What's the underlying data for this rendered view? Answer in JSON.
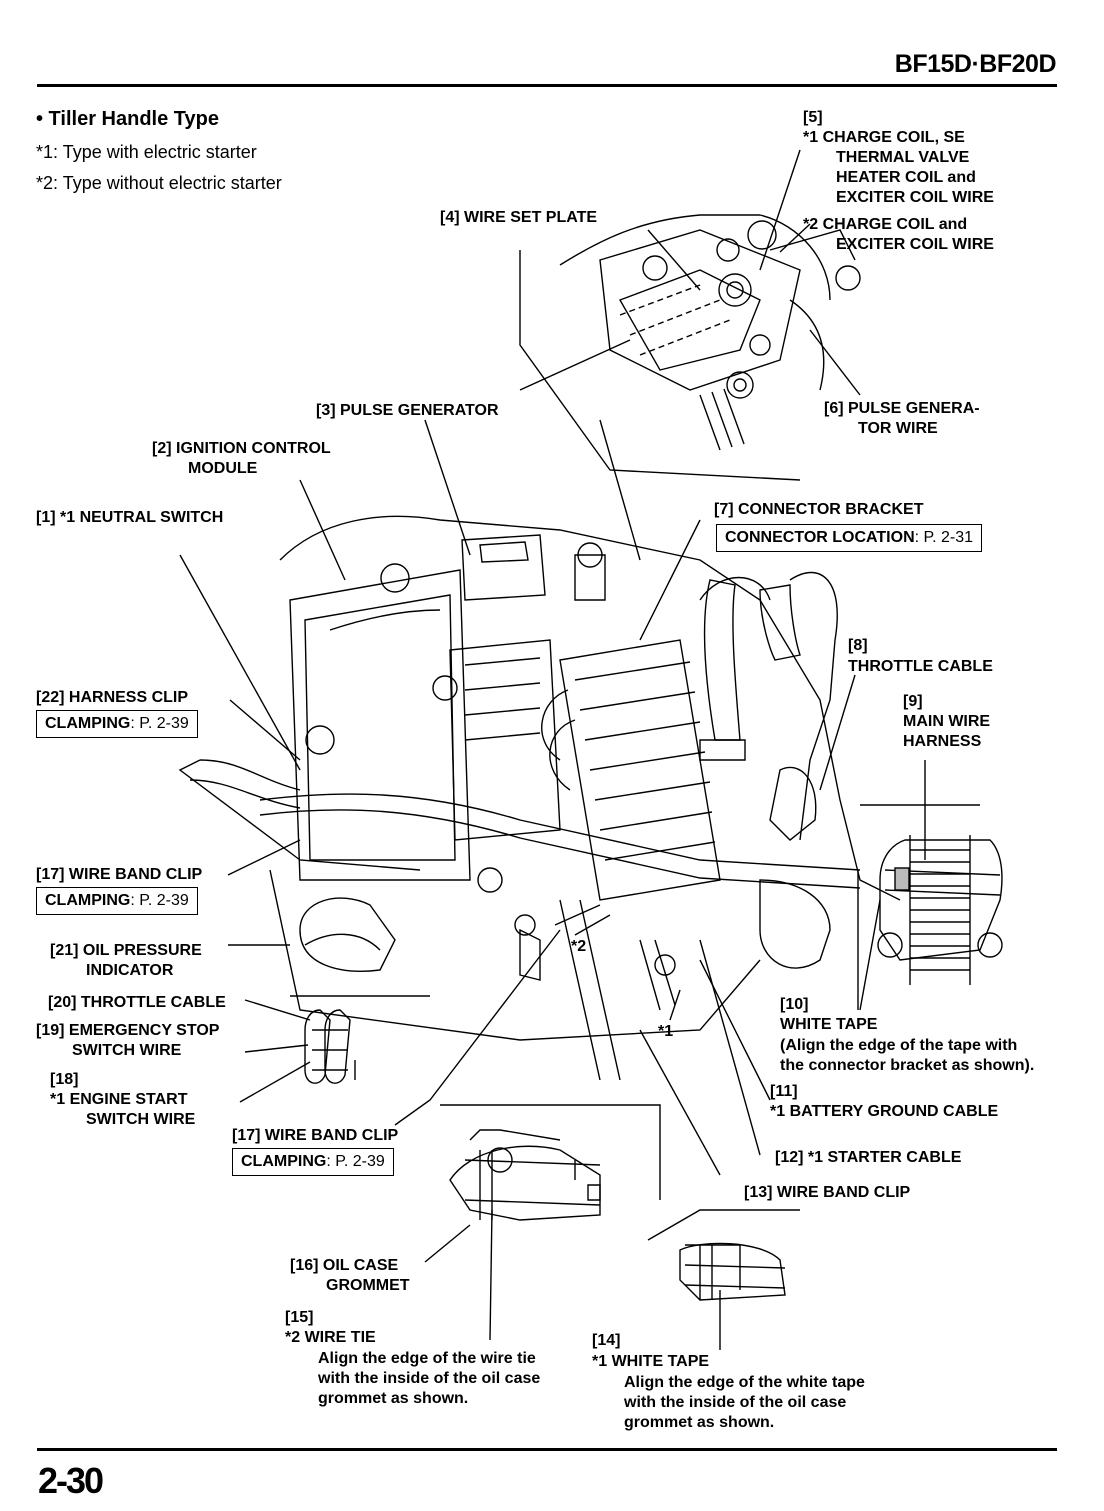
{
  "header": {
    "model": "BF15D·BF20D"
  },
  "page_number": "2-30",
  "section": {
    "title": "• Tiller Handle Type",
    "notes": [
      "*1: Type with electric starter",
      "*2: Type without electric starter"
    ]
  },
  "labels": {
    "l1": "[1]  *1 NEUTRAL SWITCH",
    "l2a": "[2]  IGNITION CONTROL",
    "l2b": "MODULE",
    "l3": "[3]  PULSE GENERATOR",
    "l4": "[4]  WIRE SET PLATE",
    "l5": "[5]",
    "l5_1a": "*1   CHARGE COIL, SE",
    "l5_1b": "THERMAL VALVE",
    "l5_1c": "HEATER COIL and",
    "l5_1d": "EXCITER COIL WIRE",
    "l5_2a": "*2   CHARGE COIL and",
    "l5_2b": "EXCITER COIL WIRE",
    "l6a": "[6]  PULSE GENERA-",
    "l6b": "TOR WIRE",
    "l7": "[7]  CONNECTOR BRACKET",
    "l7box_label": "CONNECTOR LOCATION",
    "l7box_page": ": P. 2-31",
    "l8a": "[8]",
    "l8b": "THROTTLE CABLE",
    "l9a": "[9]",
    "l9b": "MAIN WIRE",
    "l9c": "HARNESS",
    "l10a": "[10]",
    "l10b": "WHITE TAPE",
    "l10c": "(Align the edge of the tape with",
    "l10d": "the connector bracket as shown).",
    "l11a": "[11]",
    "l11b": "*1   BATTERY GROUND CABLE",
    "l12": "[12]  *1   STARTER CABLE",
    "l13": "[13] WIRE BAND CLIP",
    "l14a": "[14]",
    "l14b": "*1   WHITE TAPE",
    "l14c": "Align the edge of the white tape",
    "l14d": "with the inside of the oil case",
    "l14e": "grommet as shown.",
    "l15a": "[15]",
    "l15b": "*2   WIRE TIE",
    "l15c": "Align the edge of the wire tie",
    "l15d": "with the inside of the oil case",
    "l15e": "grommet as shown.",
    "l16a": "[16] OIL CASE",
    "l16b": "GROMMET",
    "l17a": "[17] WIRE BAND CLIP",
    "l17b": "[17] WIRE BAND CLIP",
    "l18a": "[18]",
    "l18b": "*1   ENGINE START",
    "l18c": "SWITCH WIRE",
    "l19a": "[19] EMERGENCY STOP",
    "l19b": "SWITCH WIRE",
    "l20": "[20] THROTTLE CABLE",
    "l21a": "[21] OIL PRESSURE",
    "l21b": "INDICATOR",
    "l22": "[22] HARNESS CLIP",
    "clamping_label": "CLAMPING",
    "clamping_page": ": P. 2-39",
    "mark_star1": "*1",
    "mark_star2": "*2"
  }
}
